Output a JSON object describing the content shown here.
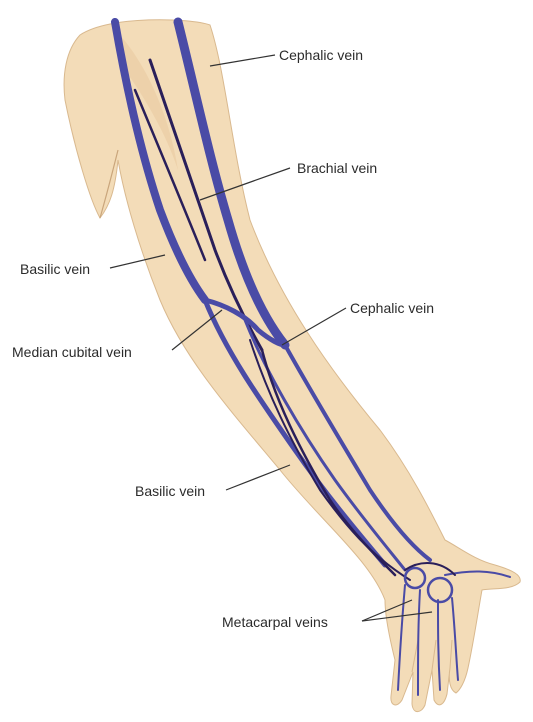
{
  "diagram": {
    "labels": {
      "cephalic_upper": "Cephalic vein",
      "brachial": "Brachial vein",
      "basilic_upper": "Basilic vein",
      "cephalic_lower": "Cephalic vein",
      "median_cubital": "Median cubital vein",
      "basilic_lower": "Basilic vein",
      "metacarpal": "Metacarpal veins"
    },
    "colors": {
      "skin": "#f3dcb8",
      "skin_shadow": "#e9caa0",
      "skin_outline": "#c9a57b",
      "vein": "#4a4ba6",
      "vein_dark": "#2a1f5a",
      "leader_line": "#333333"
    }
  }
}
